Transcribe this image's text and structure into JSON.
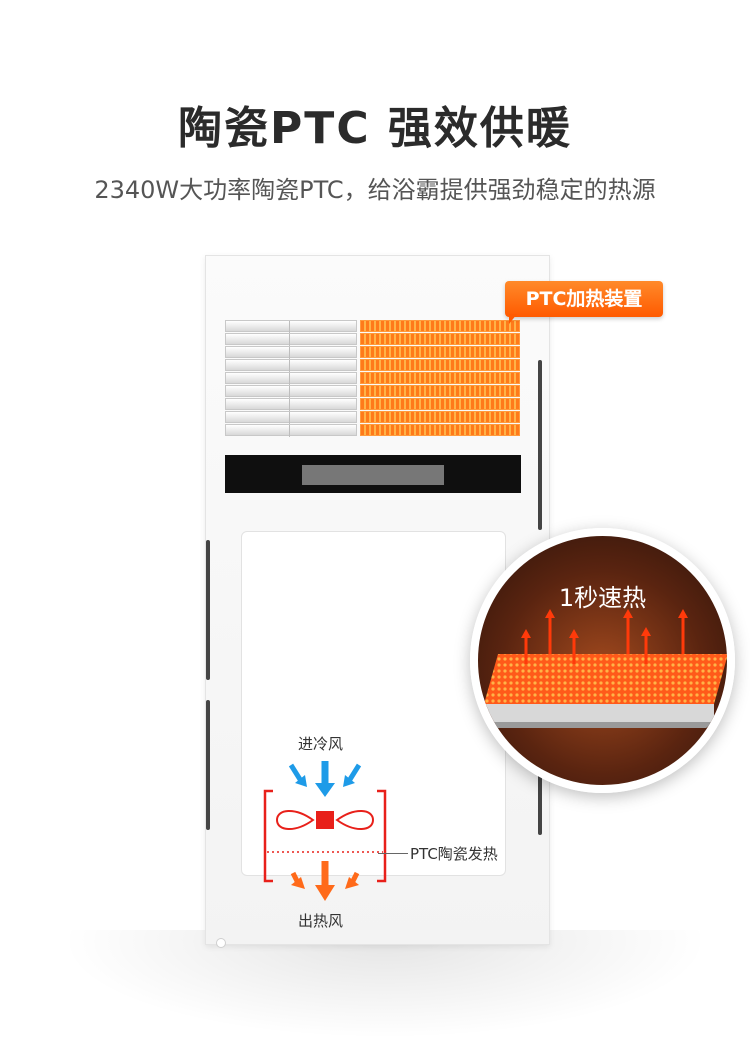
{
  "header": {
    "title": "陶瓷PTC  强效供暖",
    "subtitle": "2340W大功率陶瓷PTC，给浴霸提供强劲稳定的热源"
  },
  "product": {
    "badge_label": "PTC加热装置"
  },
  "diagram": {
    "inlet_label": "进冷风",
    "heater_label": "PTC陶瓷发热",
    "outlet_label": "出热风"
  },
  "zoom": {
    "title": "1秒速热"
  },
  "colors": {
    "accent_orange": "#ff5a00",
    "cold_air_blue": "#1e9be8",
    "hot_air_orange": "#ff6a1a",
    "frame_red": "#e8201a"
  }
}
